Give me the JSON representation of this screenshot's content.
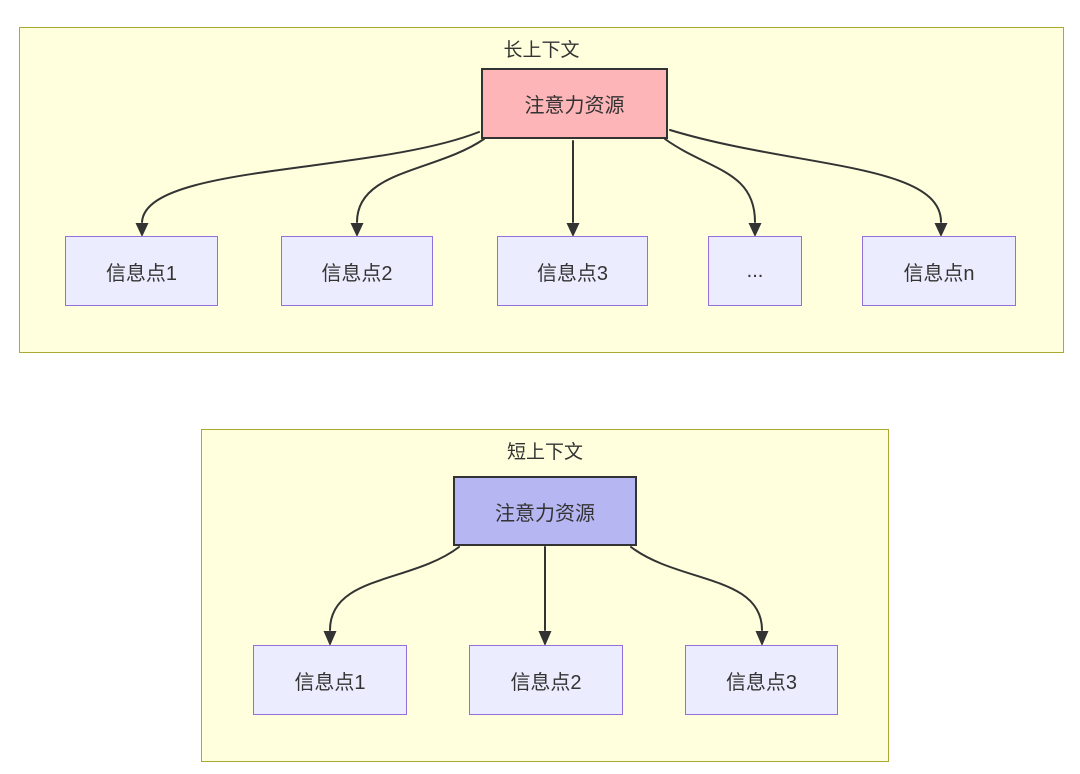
{
  "diagram": {
    "long_context": {
      "title": "长上下文",
      "attention_label": "注意力资源",
      "nodes": [
        {
          "label": "信息点1"
        },
        {
          "label": "信息点2"
        },
        {
          "label": "信息点3"
        },
        {
          "label": "..."
        },
        {
          "label": "信息点n"
        }
      ]
    },
    "short_context": {
      "title": "短上下文",
      "attention_label": "注意力资源",
      "nodes": [
        {
          "label": "信息点1"
        },
        {
          "label": "信息点2"
        },
        {
          "label": "信息点3"
        }
      ]
    },
    "colors": {
      "panel_fill": "#ffffde",
      "panel_border": "#aaaa33",
      "info_node_fill": "#ececff",
      "info_node_border": "#9370db",
      "attention_long_fill": "#fdb5b8",
      "attention_short_fill": "#b6b6f2",
      "attention_border": "#333333",
      "edge_color": "#333333",
      "text_color": "#333333"
    }
  }
}
